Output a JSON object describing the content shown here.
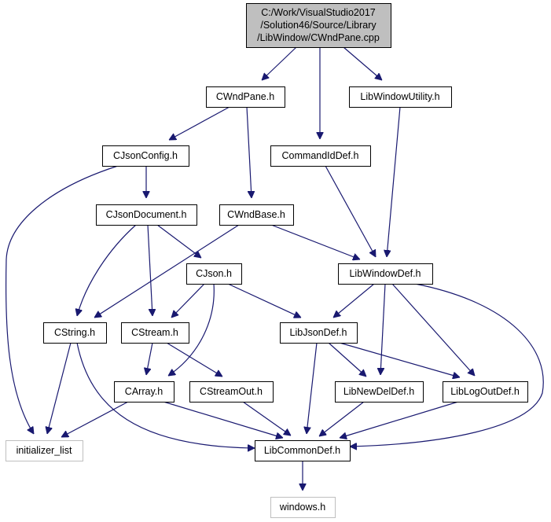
{
  "graph": {
    "nodes": [
      {
        "id": "cwndpane_cpp",
        "lines": [
          "C:/Work/VisualStudio2017",
          "/Solution46/Source/Library",
          "/LibWindow/CWndPane.cpp"
        ],
        "style": "focus"
      },
      {
        "id": "cwndpane_h",
        "lines": [
          "CWndPane.h"
        ],
        "style": "normal"
      },
      {
        "id": "commandiddef_h",
        "lines": [
          "CommandIdDef.h"
        ],
        "style": "normal"
      },
      {
        "id": "libwindowutility_h",
        "lines": [
          "LibWindowUtility.h"
        ],
        "style": "normal"
      },
      {
        "id": "cjsonconfig_h",
        "lines": [
          "CJsonConfig.h"
        ],
        "style": "normal"
      },
      {
        "id": "cjsondocument_h",
        "lines": [
          "CJsonDocument.h"
        ],
        "style": "normal"
      },
      {
        "id": "cwndbase_h",
        "lines": [
          "CWndBase.h"
        ],
        "style": "normal"
      },
      {
        "id": "cjson_h",
        "lines": [
          "CJson.h"
        ],
        "style": "normal"
      },
      {
        "id": "libwindowdef_h",
        "lines": [
          "LibWindowDef.h"
        ],
        "style": "normal"
      },
      {
        "id": "cstring_h",
        "lines": [
          "CString.h"
        ],
        "style": "normal"
      },
      {
        "id": "cstream_h",
        "lines": [
          "CStream.h"
        ],
        "style": "normal"
      },
      {
        "id": "libjsondef_h",
        "lines": [
          "LibJsonDef.h"
        ],
        "style": "normal"
      },
      {
        "id": "carray_h",
        "lines": [
          "CArray.h"
        ],
        "style": "normal"
      },
      {
        "id": "cstreamout_h",
        "lines": [
          "CStreamOut.h"
        ],
        "style": "normal"
      },
      {
        "id": "libnewdeldef_h",
        "lines": [
          "LibNewDelDef.h"
        ],
        "style": "normal"
      },
      {
        "id": "liblogoutdef_h",
        "lines": [
          "LibLogOutDef.h"
        ],
        "style": "normal"
      },
      {
        "id": "initializer_list",
        "lines": [
          "initializer_list"
        ],
        "style": "external"
      },
      {
        "id": "libcommondef_h",
        "lines": [
          "LibCommonDef.h"
        ],
        "style": "normal"
      },
      {
        "id": "windows_h",
        "lines": [
          "windows.h"
        ],
        "style": "external"
      }
    ],
    "edges": [
      {
        "from": "cwndpane_cpp",
        "to": "cwndpane_h"
      },
      {
        "from": "cwndpane_cpp",
        "to": "commandiddef_h"
      },
      {
        "from": "cwndpane_cpp",
        "to": "libwindowutility_h"
      },
      {
        "from": "cwndpane_h",
        "to": "cjsonconfig_h"
      },
      {
        "from": "cwndpane_h",
        "to": "cwndbase_h"
      },
      {
        "from": "cjsonconfig_h",
        "to": "cjsondocument_h"
      },
      {
        "from": "cjsonconfig_h",
        "to": "initializer_list"
      },
      {
        "from": "commandiddef_h",
        "to": "libwindowdef_h"
      },
      {
        "from": "libwindowutility_h",
        "to": "libwindowdef_h"
      },
      {
        "from": "cjsondocument_h",
        "to": "cjson_h"
      },
      {
        "from": "cjsondocument_h",
        "to": "cstring_h"
      },
      {
        "from": "cjsondocument_h",
        "to": "cstream_h"
      },
      {
        "from": "cwndbase_h",
        "to": "cstring_h"
      },
      {
        "from": "cwndbase_h",
        "to": "libwindowdef_h"
      },
      {
        "from": "cjson_h",
        "to": "cstream_h"
      },
      {
        "from": "cjson_h",
        "to": "carray_h"
      },
      {
        "from": "cjson_h",
        "to": "libjsondef_h"
      },
      {
        "from": "libwindowdef_h",
        "to": "libjsondef_h"
      },
      {
        "from": "libwindowdef_h",
        "to": "libnewdeldef_h"
      },
      {
        "from": "libwindowdef_h",
        "to": "liblogoutdef_h"
      },
      {
        "from": "libwindowdef_h",
        "to": "libcommondef_h"
      },
      {
        "from": "cstring_h",
        "to": "initializer_list"
      },
      {
        "from": "cstring_h",
        "to": "libcommondef_h"
      },
      {
        "from": "cstream_h",
        "to": "carray_h"
      },
      {
        "from": "cstream_h",
        "to": "cstreamout_h"
      },
      {
        "from": "libjsondef_h",
        "to": "libnewdeldef_h"
      },
      {
        "from": "libjsondef_h",
        "to": "liblogoutdef_h"
      },
      {
        "from": "libjsondef_h",
        "to": "libcommondef_h"
      },
      {
        "from": "carray_h",
        "to": "initializer_list"
      },
      {
        "from": "carray_h",
        "to": "libcommondef_h"
      },
      {
        "from": "cstreamout_h",
        "to": "libcommondef_h"
      },
      {
        "from": "libnewdeldef_h",
        "to": "libcommondef_h"
      },
      {
        "from": "liblogoutdef_h",
        "to": "libcommondef_h"
      },
      {
        "from": "libcommondef_h",
        "to": "windows_h"
      }
    ]
  },
  "colors": {
    "edge": "#191970",
    "focus_fill": "#bfbfbf",
    "node_fill": "#ffffff",
    "node_border": "#000000",
    "external_border": "#bfbfbf",
    "text": "#000000"
  }
}
